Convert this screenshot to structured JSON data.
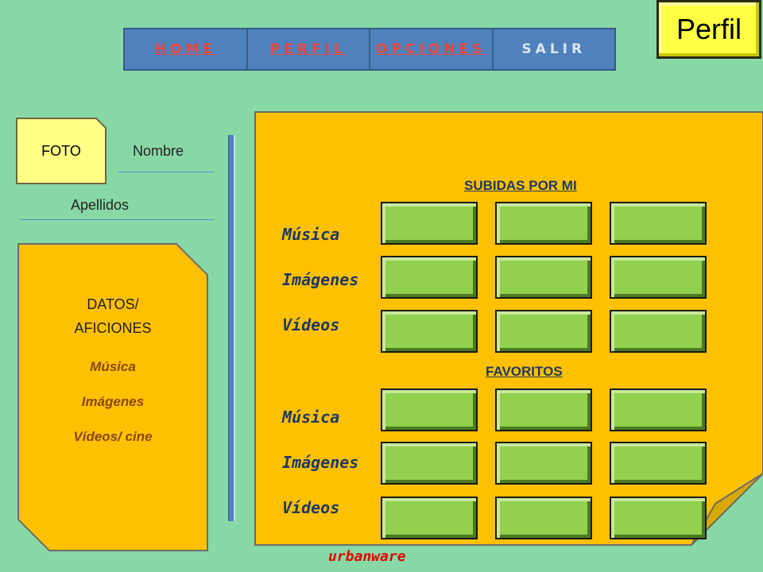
{
  "badge": {
    "label": "Perfil"
  },
  "nav": [
    "HOME",
    "PERFIL",
    "OPCIONES",
    "SALIR"
  ],
  "profile": {
    "photo": "FOTO",
    "name_label": "Nombre",
    "surname_label": "Apellidos"
  },
  "datos": {
    "header_line1": "DATOS/",
    "header_line2": "AFICIONES",
    "items": [
      "Música",
      "Imágenes",
      "Vídeos/ cine"
    ]
  },
  "uploaded": {
    "title": "SUBIDAS POR MI",
    "rows": [
      "Música",
      "Imágenes",
      "Vídeos"
    ]
  },
  "favorites": {
    "title": "FAVORITOS",
    "rows": [
      "Música",
      "Imágenes",
      "Vídeos"
    ]
  },
  "footer": "urbanware",
  "colors": {
    "background": "#88d8a6",
    "panel": "#ffc000",
    "tile": "#92d050",
    "nav": "#4f81bd",
    "nav_text": "#e8463c"
  }
}
